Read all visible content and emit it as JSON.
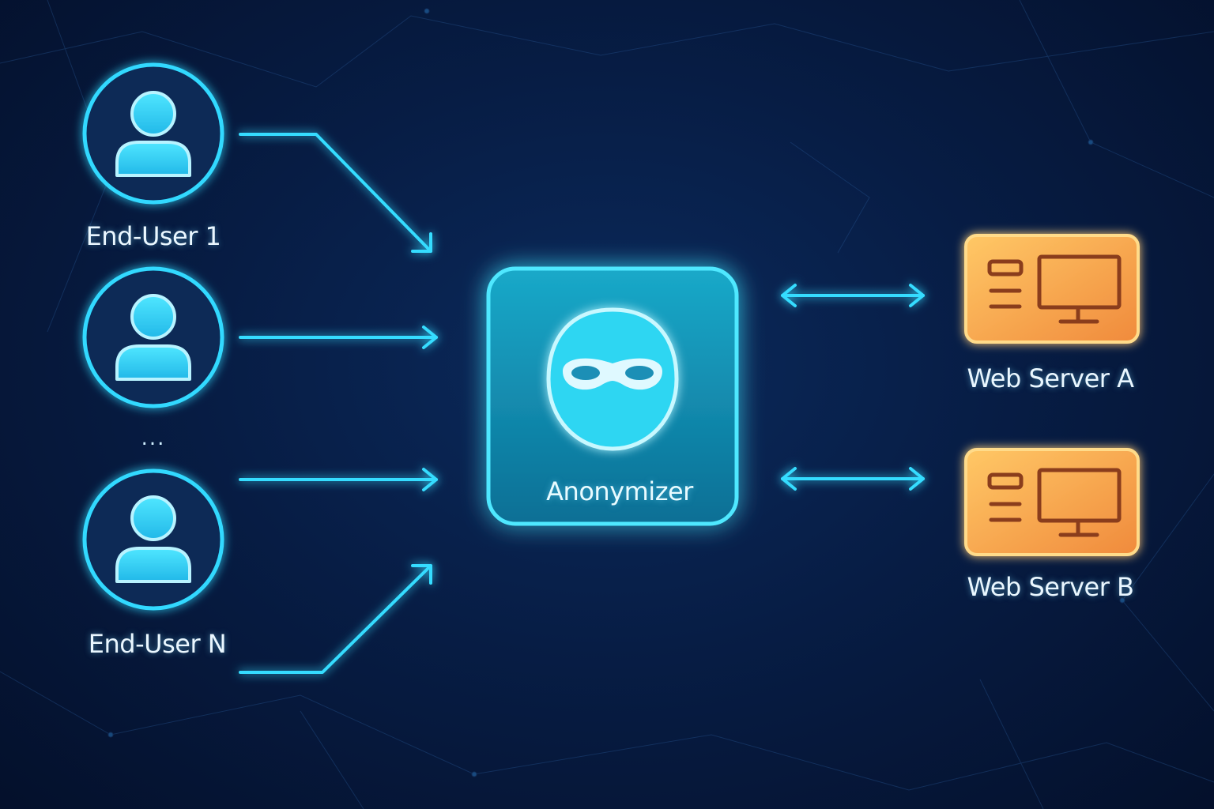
{
  "users": {
    "first_label": "End-User 1",
    "ellipsis": "...",
    "last_label": "End-User N"
  },
  "anonymizer": {
    "label": "Anonymizer"
  },
  "servers": {
    "a_label": "Web Server A",
    "b_label": "Web Server B"
  },
  "colors": {
    "accent": "#2fe0ff",
    "server_fill": "#f6a647",
    "server_icon": "#8a3d1c",
    "background": "#071d45"
  }
}
